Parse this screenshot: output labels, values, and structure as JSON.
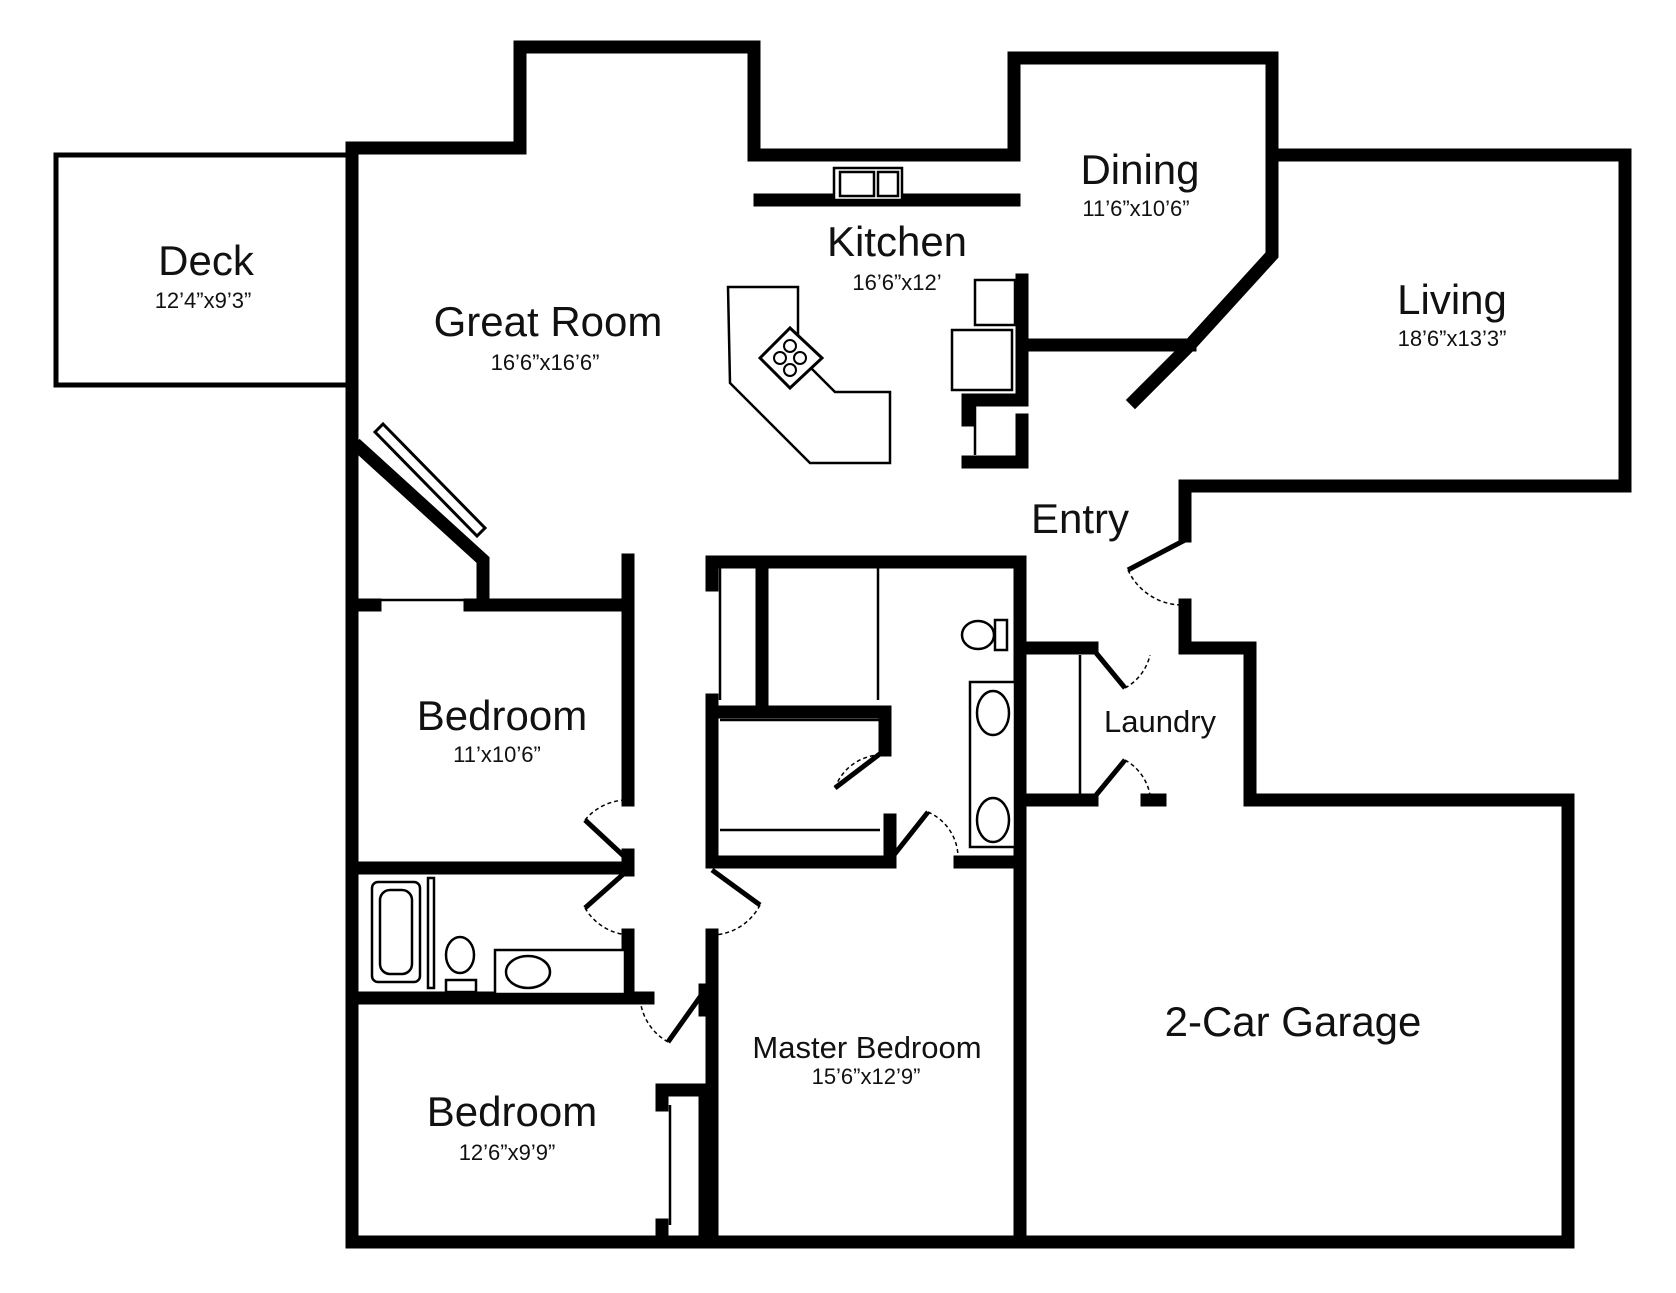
{
  "rooms": {
    "deck": {
      "name": "Deck",
      "dims": "12’4”x9’3”"
    },
    "great_room": {
      "name": "Great Room",
      "dims": "16’6”x16’6”"
    },
    "kitchen": {
      "name": "Kitchen",
      "dims": "16’6”x12’"
    },
    "dining": {
      "name": "Dining",
      "dims": "11’6”x10’6”"
    },
    "living": {
      "name": "Living",
      "dims": "18’6”x13’3”"
    },
    "entry": {
      "name": "Entry"
    },
    "laundry": {
      "name": "Laundry"
    },
    "bedroom_1": {
      "name": "Bedroom",
      "dims": "11’x10’6”"
    },
    "bedroom_2": {
      "name": "Bedroom",
      "dims": "12’6”x9’9”"
    },
    "master_bedroom": {
      "name": "Master Bedroom",
      "dims": "15’6”x12’9”"
    },
    "garage": {
      "name": "2-Car Garage"
    }
  }
}
